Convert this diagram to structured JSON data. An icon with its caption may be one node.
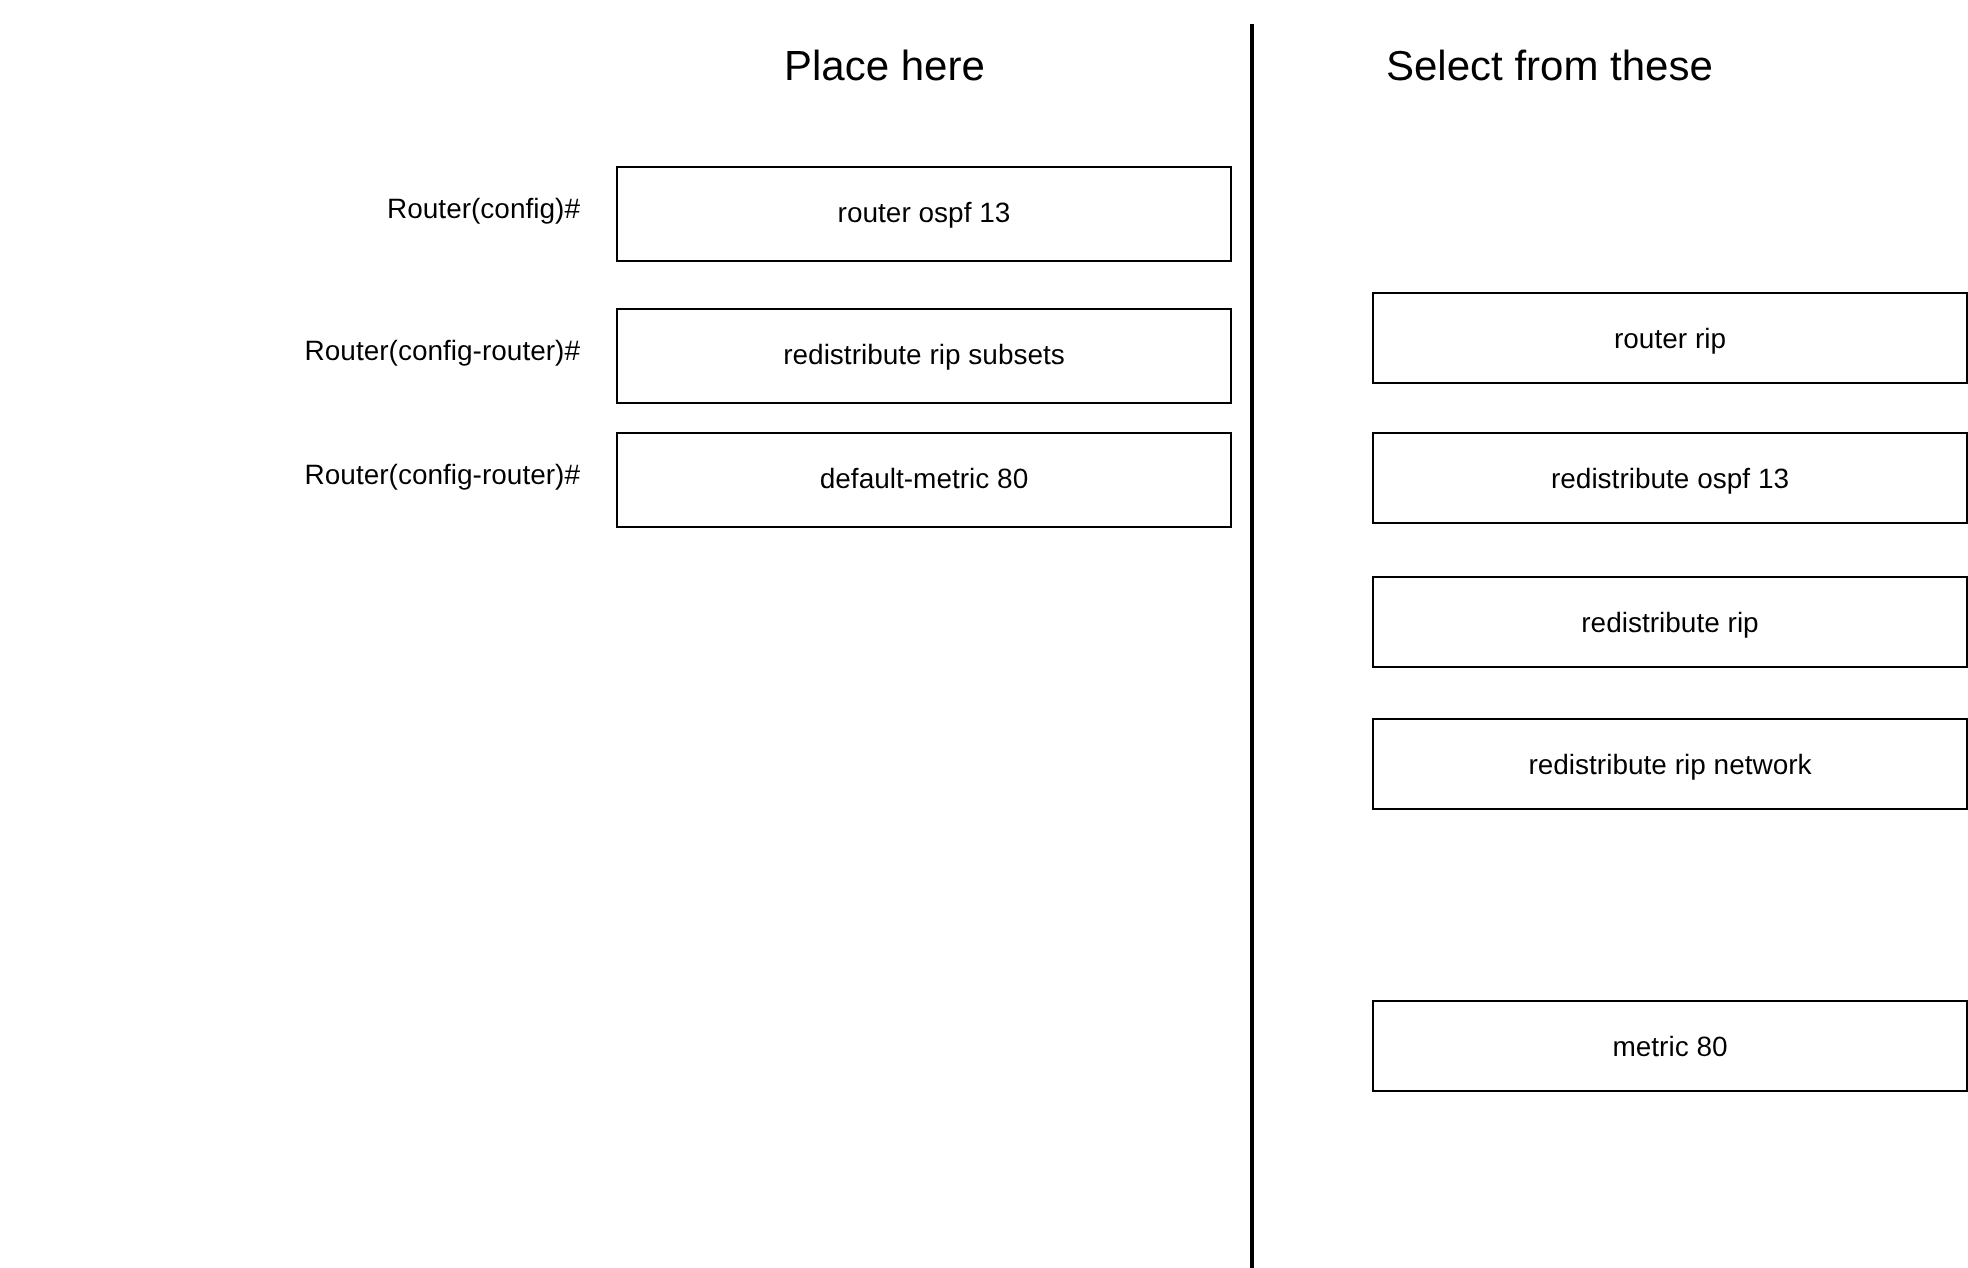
{
  "diagram": {
    "nodes": [
      {
        "text": [
          "router ospf 13"
        ],
        "beside": [
          "Router(config)#"
        ]
      },
      {
        "text": [
          "redistribute rip subsets"
        ],
        "beside": [
          "Router(config-router)#"
        ]
      },
      {
        "text": [
          "default-metric 80"
        ],
        "beside": [
          "Router(config-router)#"
        ]
      },
      {
        "text": [
          "router rip"
        ]
      },
      {
        "text": [
          "redistribute ospf 13"
        ]
      },
      {
        "text": [
          "redistribute rip"
        ]
      },
      {
        "text": [
          "redistribute rip network"
        ]
      },
      {
        "text": [
          "metric 80"
        ]
      }
    ],
    "labels": [
      "Place here",
      "Select from these"
    ]
  }
}
